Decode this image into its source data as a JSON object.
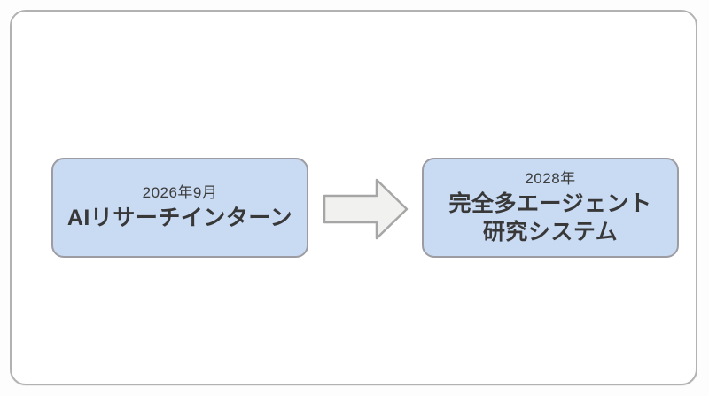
{
  "slide": {
    "steps": [
      {
        "date": "2026年9月",
        "title_lines": [
          "AIリサーチインターン"
        ]
      },
      {
        "date": "2028年",
        "title_lines": [
          "完全多エージェント",
          "研究システム"
        ]
      }
    ],
    "arrow": {
      "direction": "right"
    },
    "colors": {
      "box_fill": "#c9daf3",
      "box_border": "#9c9ca2",
      "arrow_fill": "#f1f1ef",
      "arrow_border": "#a6a6a6",
      "card_border": "#b2b2b2",
      "text": "#3c3c3c"
    }
  }
}
